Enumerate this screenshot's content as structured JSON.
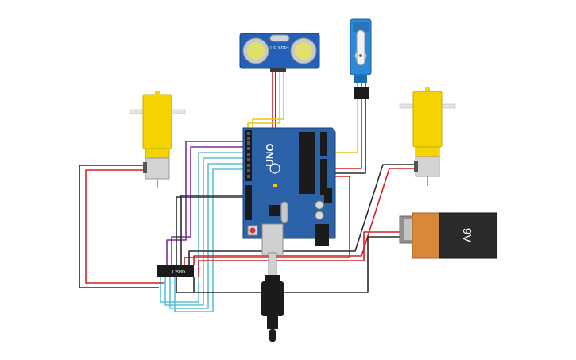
{
  "components": {
    "ultrasonic": {
      "label": "HC-SR04"
    },
    "arduino": {
      "model": "UNO"
    },
    "driver": {
      "label": "L293D"
    },
    "battery": {
      "label": "9V"
    }
  },
  "colors": {
    "wire_red": "#d42020",
    "wire_black": "#2a2a2a",
    "wire_purple": "#7a2e9c",
    "wire_cyan": "#5bc0d6",
    "wire_yellow": "#e6c619",
    "wire_orange": "#e98a1c",
    "board_blue": "#2b62a8",
    "motor_yellow": "#f4d400",
    "battery_orange": "#d9883a",
    "sensor_blue": "#2460b8",
    "servo_blue": "#2e8ad8"
  }
}
